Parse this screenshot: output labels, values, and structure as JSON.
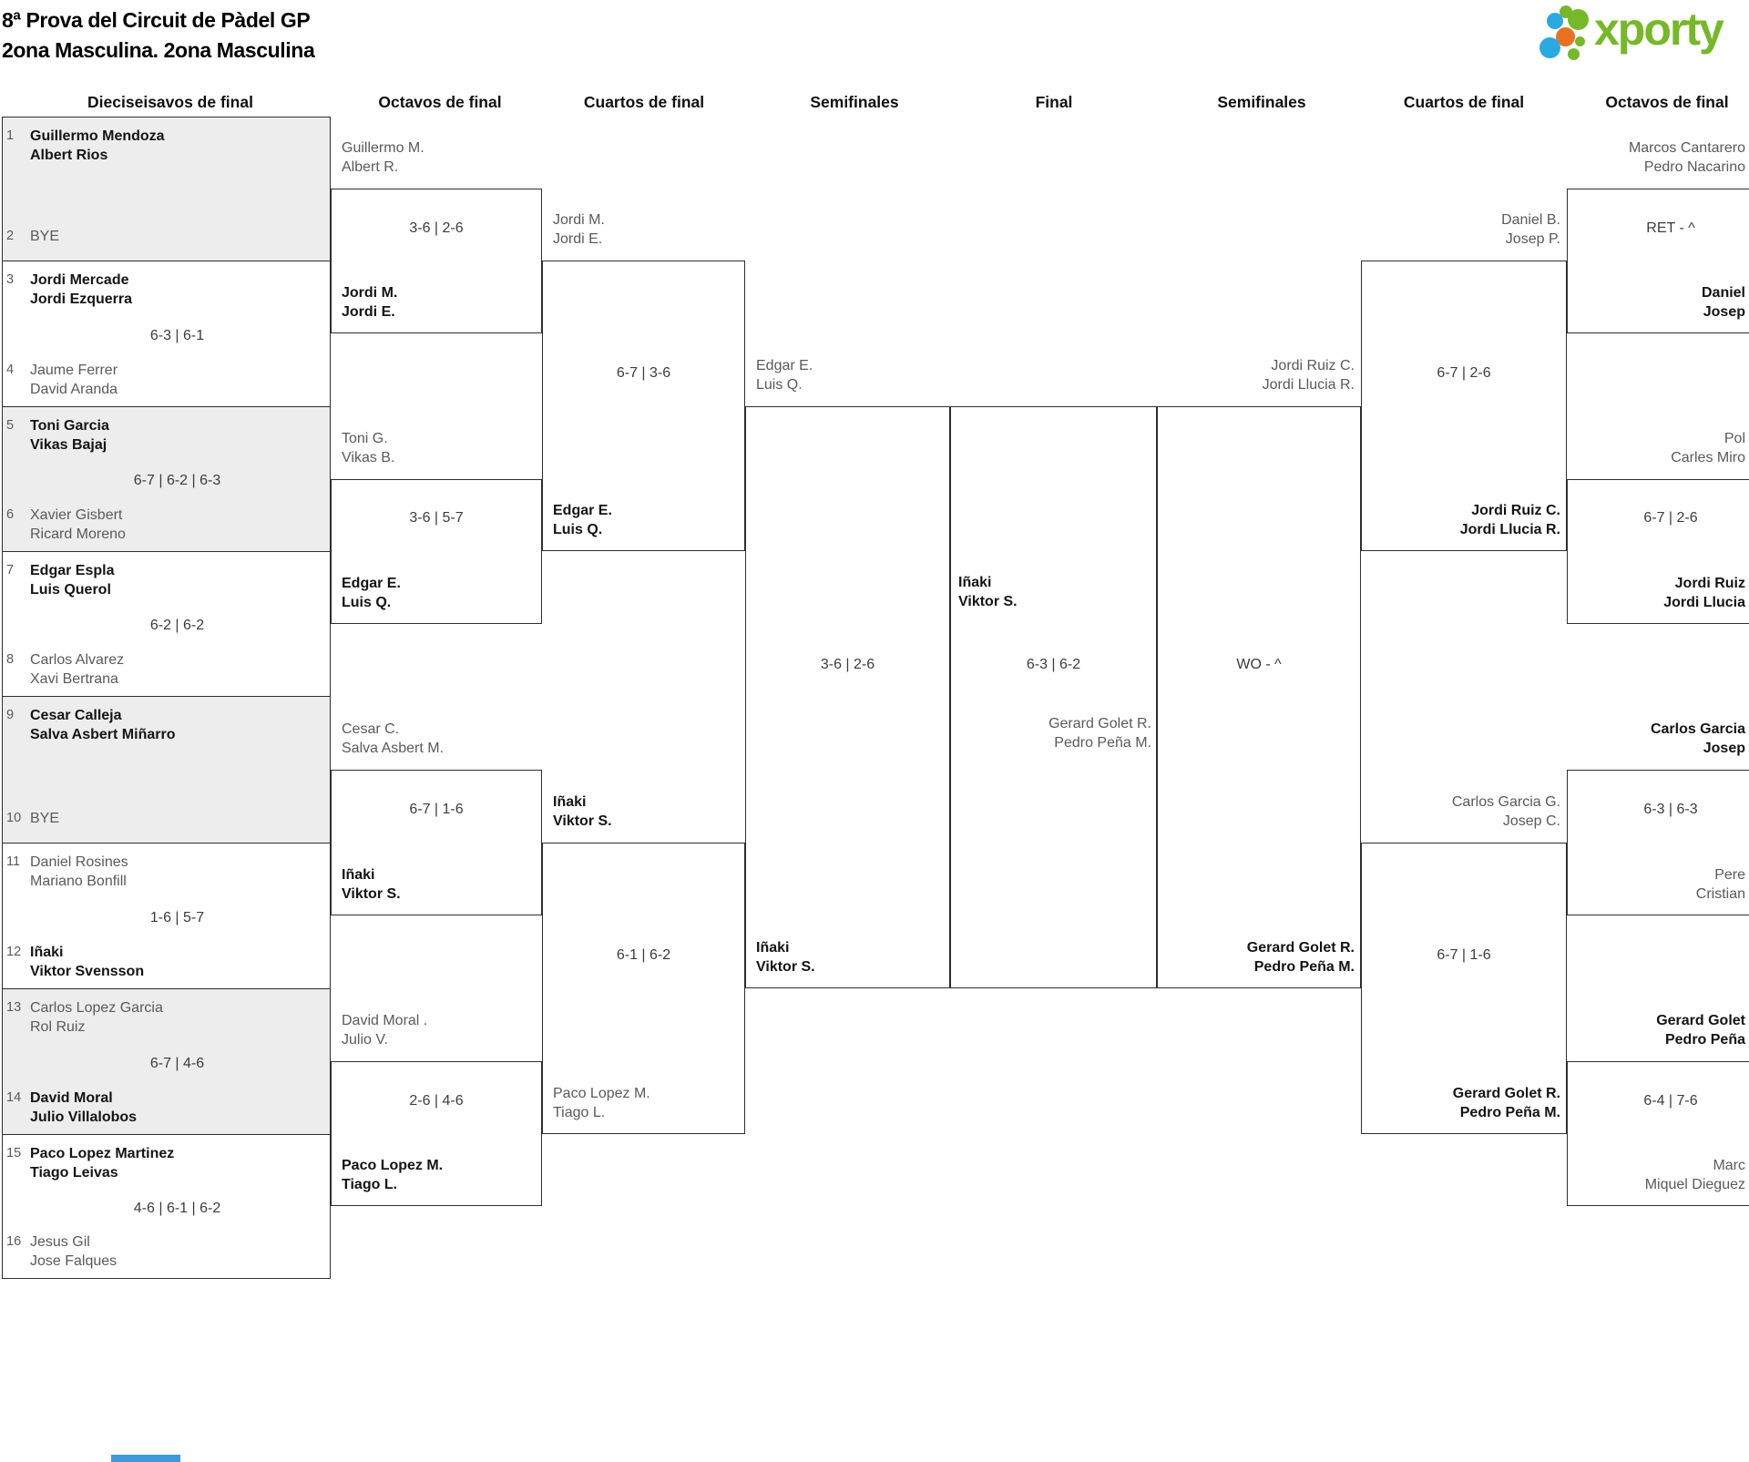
{
  "title": {
    "line1": "8ª Prova del Circuit de Pàdel GP",
    "line2": "2ona Masculina. 2ona Masculina"
  },
  "logo": {
    "brand": "xporty"
  },
  "colors": {
    "brand_green": "#76b82a",
    "dot_blue": "#2ba9e0",
    "dot_orange": "#e8721f",
    "box_gray": "#ededed",
    "line": "#2e2e2e",
    "bottom_bar": "#3c99dc"
  },
  "round_headers": [
    "Dieciseisavos de final",
    "Octavos de final",
    "Cuartos de final",
    "Semifinales",
    "Final",
    "Semifinales",
    "Cuartos de final",
    "Octavos de final"
  ],
  "bracket": {
    "first_round": [
      {
        "seed_a": "1",
        "team_a": [
          "Guillermo Mendoza",
          "Albert Rios"
        ],
        "a_winner": true,
        "score": "",
        "seed_b": "2",
        "team_b": [
          "BYE"
        ],
        "b_winner": false
      },
      {
        "seed_a": "3",
        "team_a": [
          "Jordi Mercade",
          "Jordi Ezquerra"
        ],
        "a_winner": true,
        "score": "6-3 | 6-1",
        "seed_b": "4",
        "team_b": [
          "Jaume Ferrer",
          "David Aranda"
        ],
        "b_winner": false
      },
      {
        "seed_a": "5",
        "team_a": [
          "Toni Garcia",
          "Vikas Bajaj"
        ],
        "a_winner": true,
        "score": "6-7 | 6-2 | 6-3",
        "seed_b": "6",
        "team_b": [
          "Xavier Gisbert",
          "Ricard Moreno"
        ],
        "b_winner": false
      },
      {
        "seed_a": "7",
        "team_a": [
          "Edgar Espla",
          "Luis Querol"
        ],
        "a_winner": true,
        "score": "6-2 | 6-2",
        "seed_b": "8",
        "team_b": [
          "Carlos Alvarez",
          "Xavi Bertrana"
        ],
        "b_winner": false
      },
      {
        "seed_a": "9",
        "team_a": [
          "Cesar Calleja",
          "Salva Asbert Miñarro"
        ],
        "a_winner": true,
        "score": "",
        "seed_b": "10",
        "team_b": [
          "BYE"
        ],
        "b_winner": false
      },
      {
        "seed_a": "11",
        "team_a": [
          "Daniel Rosines",
          "Mariano Bonfill"
        ],
        "a_winner": false,
        "score": "1-6 | 5-7",
        "seed_b": "12",
        "team_b": [
          "Iñaki",
          "Viktor Svensson"
        ],
        "b_winner": true
      },
      {
        "seed_a": "13",
        "team_a": [
          "Carlos Lopez Garcia",
          "Rol Ruiz"
        ],
        "a_winner": false,
        "score": "6-7 | 4-6",
        "seed_b": "14",
        "team_b": [
          "David Moral",
          "Julio Villalobos"
        ],
        "b_winner": true
      },
      {
        "seed_a": "15",
        "team_a": [
          "Paco Lopez Martinez",
          "Tiago Leivas"
        ],
        "a_winner": true,
        "score": "4-6 | 6-1 | 6-2",
        "seed_b": "16",
        "team_b": [
          "Jesus Gil",
          "Jose Falques"
        ],
        "b_winner": false
      }
    ],
    "matches": [
      {
        "id": "lo0",
        "round": "octavos-left-1",
        "above": [
          "Guillermo M.",
          "Albert R."
        ],
        "above_winner": false,
        "score": "3-6 | 2-6",
        "below": [
          "Jordi M.",
          "Jordi E."
        ],
        "below_winner": true
      },
      {
        "id": "lo1",
        "round": "octavos-left-2",
        "above": [
          "Toni G.",
          "Vikas B."
        ],
        "above_winner": false,
        "score": "3-6 | 5-7",
        "below": [
          "Edgar E.",
          "Luis Q."
        ],
        "below_winner": true
      },
      {
        "id": "lo2",
        "round": "octavos-left-3",
        "above": [
          "Cesar C.",
          "Salva Asbert M."
        ],
        "above_winner": false,
        "score": "6-7 | 1-6",
        "below": [
          "Iñaki",
          "Viktor S."
        ],
        "below_winner": true
      },
      {
        "id": "lo3",
        "round": "octavos-left-4",
        "above": [
          "David Moral .",
          "Julio V."
        ],
        "above_winner": false,
        "score": "2-6 | 4-6",
        "below": [
          "Paco Lopez M.",
          "Tiago L."
        ],
        "below_winner": true
      },
      {
        "id": "lc0",
        "round": "cuartos-left-1",
        "above": [
          "Jordi M.",
          "Jordi E."
        ],
        "above_winner": false,
        "score": "6-7 | 3-6",
        "below": [
          "Edgar E.",
          "Luis Q."
        ],
        "below_winner": true
      },
      {
        "id": "lc1",
        "round": "cuartos-left-2",
        "above": [
          "Iñaki",
          "Viktor S."
        ],
        "above_winner": true,
        "score": "6-1 | 6-2",
        "below": [
          "Paco Lopez M.",
          "Tiago L."
        ],
        "below_winner": false
      },
      {
        "id": "s1",
        "round": "semifinal-left",
        "above": [
          "Edgar E.",
          "Luis Q."
        ],
        "above_winner": false,
        "score": "3-6 | 2-6",
        "below": [
          "Iñaki",
          "Viktor S."
        ],
        "below_winner": true
      },
      {
        "id": "f",
        "round": "final",
        "above": [
          "Iñaki",
          "Viktor S."
        ],
        "above_winner": true,
        "score": "6-3 | 6-2",
        "below": [
          "Gerard Golet R.",
          "Pedro Peña M."
        ],
        "below_winner": false
      },
      {
        "id": "s2",
        "round": "semifinal-right",
        "above": [
          "Jordi Ruiz C.",
          "Jordi Llucia R."
        ],
        "above_winner": false,
        "score": "WO - ^",
        "below": [
          "Gerard Golet R.",
          "Pedro Peña M."
        ],
        "below_winner": true
      },
      {
        "id": "rc0",
        "round": "cuartos-right-1",
        "above": [
          "Daniel B.",
          "Josep P."
        ],
        "above_winner": false,
        "score": "6-7 | 2-6",
        "below": [
          "Jordi Ruiz C.",
          "Jordi Llucia R."
        ],
        "below_winner": true
      },
      {
        "id": "rc1",
        "round": "cuartos-right-2",
        "above": [
          "Carlos Garcia G.",
          "Josep C."
        ],
        "above_winner": false,
        "score": "6-7 | 1-6",
        "below": [
          "Gerard Golet R.",
          "Pedro Peña M."
        ],
        "below_winner": true
      },
      {
        "id": "ro0",
        "round": "octavos-right-1",
        "above": [
          "Marcos Cantarero",
          "Pedro Nacarino"
        ],
        "above_winner": false,
        "score": "RET - ^",
        "below": [
          "Daniel",
          "Josep"
        ],
        "below_winner": true
      },
      {
        "id": "ro1",
        "round": "octavos-right-2",
        "above": [
          "Pol",
          "Carles Miro"
        ],
        "above_winner": false,
        "score": "6-7 | 2-6",
        "below": [
          "Jordi Ruiz",
          "Jordi Llucia"
        ],
        "below_winner": true
      },
      {
        "id": "ro2",
        "round": "octavos-right-3",
        "above": [
          "Carlos Garcia",
          "Josep"
        ],
        "above_winner": true,
        "score": "6-3 | 6-3",
        "below": [
          "Pere",
          "Cristian"
        ],
        "below_winner": false
      },
      {
        "id": "ro3",
        "round": "octavos-right-4",
        "above": [
          "Gerard Golet",
          "Pedro Peña"
        ],
        "above_winner": true,
        "score": "6-4 | 7-6",
        "below": [
          "Marc",
          "Miquel Dieguez"
        ],
        "below_winner": false
      }
    ]
  }
}
